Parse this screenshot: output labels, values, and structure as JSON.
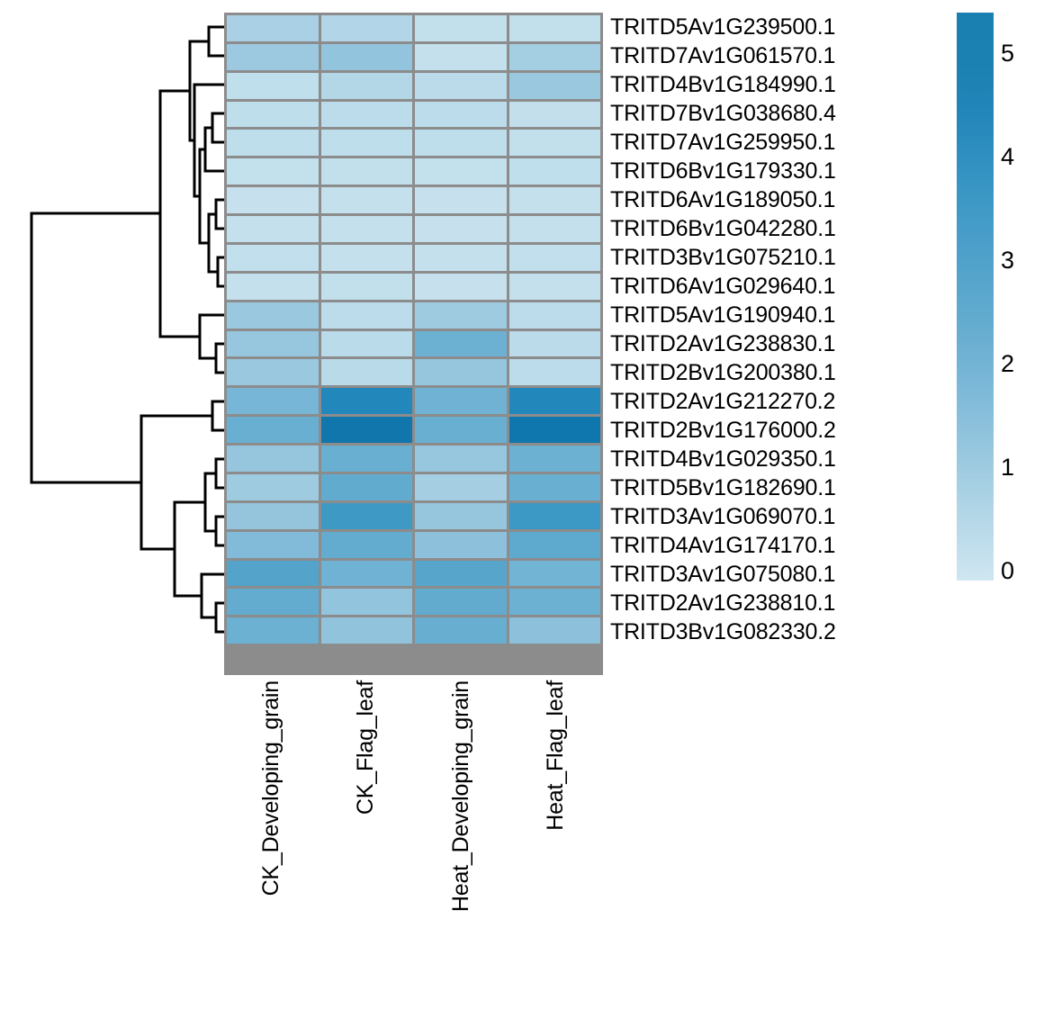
{
  "figure": {
    "type": "clustered-heatmap",
    "background": "#ffffff"
  },
  "chart_data": {
    "type": "heatmap",
    "title": "",
    "xlabel": "",
    "ylabel": "",
    "grid": false,
    "legend_position": "right",
    "colormap": {
      "name": "Blues-light-to-dark",
      "low_color": "#d6eaf4",
      "mid_color": "#6cb0d2",
      "high_color": "#1076ab",
      "vmin": 0,
      "vmax": 5.45
    },
    "colorbar": {
      "ticks": [
        "5",
        "4",
        "3",
        "2",
        "1",
        "0"
      ],
      "tick_values": [
        5,
        4,
        3,
        2,
        1,
        0
      ],
      "orientation": "vertical"
    },
    "cell_border_color": "#8c8c8c",
    "categories": [
      "CK_Developing_grain",
      "CK_Flag_leaf",
      "Heat_Developing_grain",
      "Heat_Flag_leaf"
    ],
    "rows": [
      "TRITD5Av1G239500.1",
      "TRITD7Av1G061570.1",
      "TRITD4Bv1G184990.1",
      "TRITD7Bv1G038680.4",
      "TRITD7Av1G259950.1",
      "TRITD6Bv1G179330.1",
      "TRITD6Av1G189050.1",
      "TRITD6Bv1G042280.1",
      "TRITD3Bv1G075210.1",
      "TRITD6Av1G029640.1",
      "TRITD5Av1G190940.1",
      "TRITD2Av1G238830.1",
      "TRITD2Bv1G200380.1",
      "TRITD2Av1G212270.2",
      "TRITD2Bv1G176000.2",
      "TRITD4Bv1G029350.1",
      "TRITD5Bv1G182690.1",
      "TRITD3Av1G069070.1",
      "TRITD4Av1G174170.1",
      "TRITD3Av1G075080.1",
      "TRITD2Av1G238810.1",
      "TRITD3Bv1G082330.2"
    ],
    "row_labels": [
      "TRITD5Av1G239500.1",
      "TRITD7Av1G061570.1",
      "TRITD4Bv1G184990.1",
      "TRITD7Bv1G038680.4",
      "TRITD7Av1G259950.1",
      "TRITD6Bv1G179330.1",
      "TRITD6Av1G189050.1",
      "TRITD6Bv1G042280.1",
      "TRITD3Bv1G075210.1",
      "TRITD6Av1G029640.1",
      "TRITD5Av1G190940.1",
      "TRITD2Av1G238830.1",
      "TRITD2Bv1G200380.1",
      "TRITD2Av1G212270.2",
      "TRITD2Bv1G176000.2",
      "TRITD4Bv1G029350.1",
      "TRITD5Bv1G182690.1",
      "TRITD3Av1G069070.1",
      "TRITD4Av1G174170.1",
      "TRITD3Av1G075080.1",
      "TRITD2Av1G238810.1",
      "TRITD3Bv1G082330.2"
    ],
    "values": [
      [
        1.15,
        1.1,
        0.55,
        0.6
      ],
      [
        1.45,
        1.5,
        0.5,
        1.3
      ],
      [
        0.6,
        1.05,
        0.75,
        1.45
      ],
      [
        0.65,
        0.85,
        0.8,
        0.6
      ],
      [
        0.6,
        0.7,
        0.65,
        0.6
      ],
      [
        0.55,
        0.6,
        0.55,
        0.65
      ],
      [
        0.5,
        0.55,
        0.5,
        0.55
      ],
      [
        0.55,
        0.55,
        0.5,
        0.55
      ],
      [
        0.6,
        0.55,
        0.55,
        0.6
      ],
      [
        0.55,
        0.6,
        0.5,
        0.55
      ],
      [
        1.45,
        0.7,
        1.35,
        0.7
      ],
      [
        1.5,
        0.75,
        2.4,
        0.75
      ],
      [
        1.45,
        0.8,
        1.5,
        0.7
      ],
      [
        2.35,
        4.85,
        2.45,
        4.8
      ],
      [
        2.4,
        5.25,
        2.4,
        5.2
      ],
      [
        1.45,
        2.4,
        1.45,
        2.35
      ],
      [
        1.4,
        2.45,
        1.2,
        2.35
      ],
      [
        1.5,
        3.25,
        1.45,
        3.4
      ],
      [
        1.55,
        2.45,
        1.5,
        2.5
      ],
      [
        2.7,
        2.35,
        2.6,
        2.3
      ],
      [
        2.4,
        1.45,
        2.45,
        2.35
      ],
      [
        2.4,
        1.5,
        2.35,
        1.45
      ]
    ]
  },
  "row_cells": [
    {
      "label": "TRITD5Av1G239500.1",
      "colors": [
        "#a9d0e4",
        "#b2d5e7",
        "#c2dfec",
        "#c2dfec"
      ]
    },
    {
      "label": "TRITD7Av1G061570.1",
      "colors": [
        "#9cc9e0",
        "#93c4dd",
        "#c5e0ed",
        "#a4cee2"
      ]
    },
    {
      "label": "TRITD4Bv1G184990.1",
      "colors": [
        "#c0dfec",
        "#b4d7e8",
        "#bbdbea",
        "#9ac8df"
      ]
    },
    {
      "label": "TRITD7Bv1G038680.4",
      "colors": [
        "#bedeeb",
        "#bcdceb",
        "#bcdceb",
        "#c3dfec"
      ]
    },
    {
      "label": "TRITD7Av1G259950.1",
      "colors": [
        "#bfdeec",
        "#bedeeb",
        "#bfdeec",
        "#c2dfec"
      ]
    },
    {
      "label": "TRITD6Bv1G179330.1",
      "colors": [
        "#c3e0ed",
        "#c2dfec",
        "#c3e0ed",
        "#c0dfec"
      ]
    },
    {
      "label": "TRITD6Av1G189050.1",
      "colors": [
        "#c6e1ed",
        "#c5e0ed",
        "#c6e1ed",
        "#c5e0ed"
      ]
    },
    {
      "label": "TRITD6Bv1G042280.1",
      "colors": [
        "#c4e0ed",
        "#c4e0ed",
        "#c6e1ed",
        "#c4e0ed"
      ]
    },
    {
      "label": "TRITD3Bv1G075210.1",
      "colors": [
        "#c1dfec",
        "#c4e0ed",
        "#c4e0ed",
        "#c1dfec"
      ]
    },
    {
      "label": "TRITD6Av1G029640.1",
      "colors": [
        "#c4e0ed",
        "#c2dfec",
        "#c6e1ed",
        "#c4e0ed"
      ]
    },
    {
      "label": "TRITD5Av1G190940.1",
      "colors": [
        "#9ac8df",
        "#bcdceb",
        "#9fcbe1",
        "#bcdceb"
      ]
    },
    {
      "label": "TRITD2Av1G238830.1",
      "colors": [
        "#97c7de",
        "#badbea",
        "#6cb0d2",
        "#bbdbea"
      ]
    },
    {
      "label": "TRITD2Bv1G200380.1",
      "colors": [
        "#9ac8df",
        "#b8dae9",
        "#96c6de",
        "#bcdceb"
      ]
    },
    {
      "label": "TRITD2Av1G212270.2",
      "colors": [
        "#77b6d6",
        "#2287bb",
        "#70b2d4",
        "#2287bb"
      ]
    },
    {
      "label": "TRITD2Bv1G176000.2",
      "colors": [
        "#69afd1",
        "#1076ab",
        "#69afd1",
        "#0f77ad"
      ]
    },
    {
      "label": "TRITD4Bv1G029350.1",
      "colors": [
        "#96c6de",
        "#69afd1",
        "#97c7de",
        "#6cb0d2"
      ]
    },
    {
      "label": "TRITD5Bv1G182690.1",
      "colors": [
        "#9fcbe1",
        "#61abcf",
        "#a5cee3",
        "#69afd1"
      ]
    },
    {
      "label": "TRITD3Av1G069070.1",
      "colors": [
        "#94c5dd",
        "#3e99c5",
        "#96c6de",
        "#3c98c4"
      ]
    },
    {
      "label": "TRITD4Av1G174170.1",
      "colors": [
        "#82bbd9",
        "#63accf",
        "#8dc1db",
        "#5ea9ce"
      ]
    },
    {
      "label": "TRITD3Av1G075080.1",
      "colors": [
        "#53a3ca",
        "#6fb2d3",
        "#57a5cb",
        "#72b4d4"
      ]
    },
    {
      "label": "TRITD2Av1G238810.1",
      "colors": [
        "#64accf",
        "#93c4dd",
        "#62abcf",
        "#6cb0d2"
      ]
    },
    {
      "label": "TRITD3Bv1G082330.2",
      "colors": [
        "#6cb0d2",
        "#92c3dc",
        "#68aed1",
        "#8cc0db"
      ]
    }
  ],
  "columns": {
    "labels": [
      "CK_Developing_grain",
      "CK_Flag_leaf",
      "Heat_Developing_grain",
      "Heat_Flag_leaf"
    ]
  },
  "colorbar": {
    "ticks": [
      "5",
      "4",
      "3",
      "2",
      "1",
      "0"
    ],
    "gradient_top": "#1a7fb1",
    "gradient_bottom": "#cfe6f1"
  },
  "dendrogram": {
    "orientation": "left",
    "line_color": "#000000",
    "line_width": 3,
    "n_leaves": 23
  }
}
